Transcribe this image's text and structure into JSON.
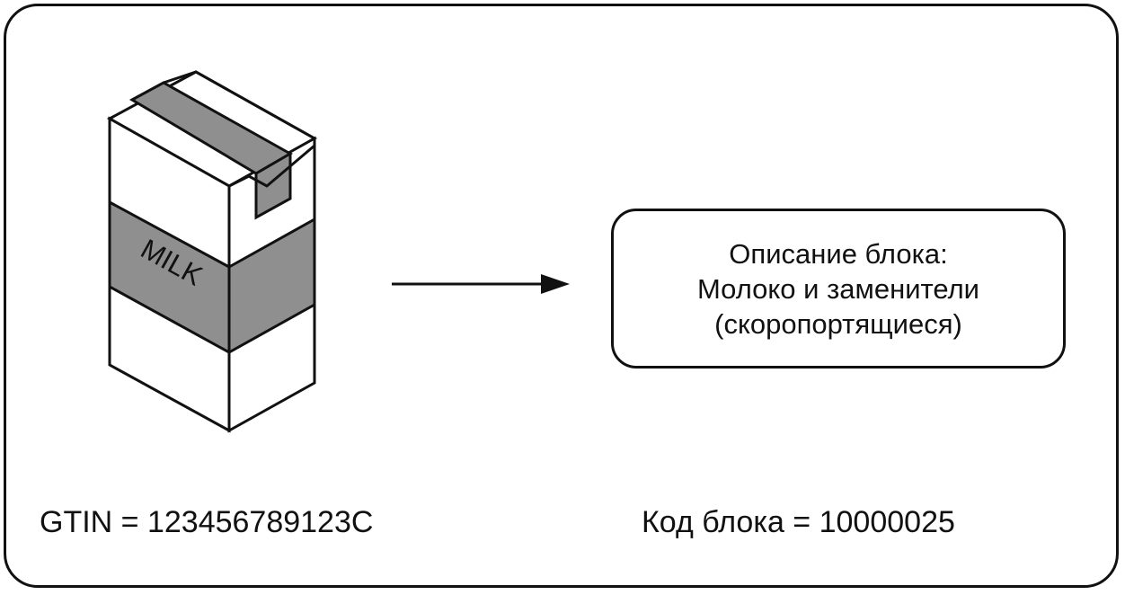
{
  "carton": {
    "label": "MILK",
    "colors": {
      "outline": "#111111",
      "band": "#8f8f8f",
      "tape": "#8f8f8f",
      "paper": "#ffffff"
    },
    "icon": "milk-carton-icon"
  },
  "arrow": {
    "icon": "arrow-right-icon",
    "color": "#111111"
  },
  "description": {
    "line1": "Описание блока:",
    "line2": "Молоко и заменители",
    "line3": "(скоропортящиеся)"
  },
  "gtin": {
    "text": "GTIN = 123456789123C"
  },
  "block_code": {
    "text": "Код блока = 10000025"
  }
}
